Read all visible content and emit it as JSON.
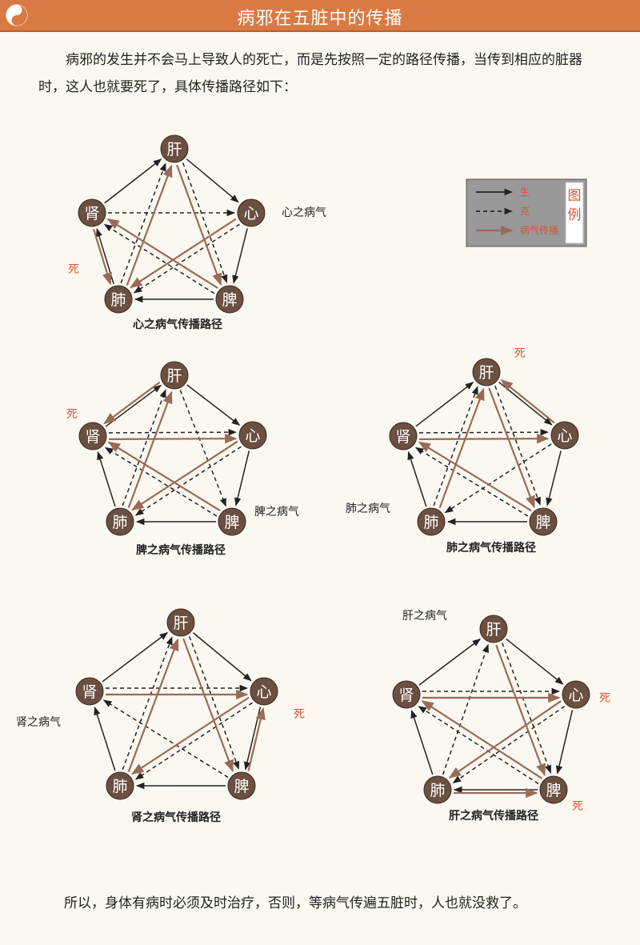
{
  "header": {
    "title": "病邪在五脏中的传播"
  },
  "intro": "病邪的发生并不会马上导致人的死亡，而是先按照一定的路径传播，当传到相应的脏器时，这人也就要死了，具体传播路径如下：",
  "legend": {
    "title": "图例",
    "items": [
      {
        "label": "生",
        "style": "solid"
      },
      {
        "label": "克",
        "style": "dashed"
      },
      {
        "label": "病气传播",
        "style": "brown"
      }
    ]
  },
  "organs": {
    "gan": "肝",
    "xin": "心",
    "pi": "脾",
    "fei": "肺",
    "shen": "肾"
  },
  "death_label": "死",
  "diagrams": [
    {
      "id": "xin",
      "caption": "心之病气传播路径",
      "disease_label": "心之病气"
    },
    {
      "id": "pi",
      "caption": "脾之病气传播路径",
      "disease_label": "脾之病气"
    },
    {
      "id": "fei",
      "caption": "肺之病气传播路径",
      "disease_label": "肺之病气"
    },
    {
      "id": "shen",
      "caption": "肾之病气传播路径",
      "disease_label": "肾之病气"
    },
    {
      "id": "gan",
      "caption": "肝之病气传播路径",
      "disease_label": "肝之病气"
    }
  ],
  "footer": "所以，身体有病时必须及时治疗，否则，等病气传遍五脏时，人也就没救了。",
  "colors": {
    "header": "#d97a44",
    "node": "#6b4f41",
    "arrow": "#222222",
    "transmission": "#9a6a58",
    "death": "#d0573a",
    "legend_bg": "#999999"
  }
}
